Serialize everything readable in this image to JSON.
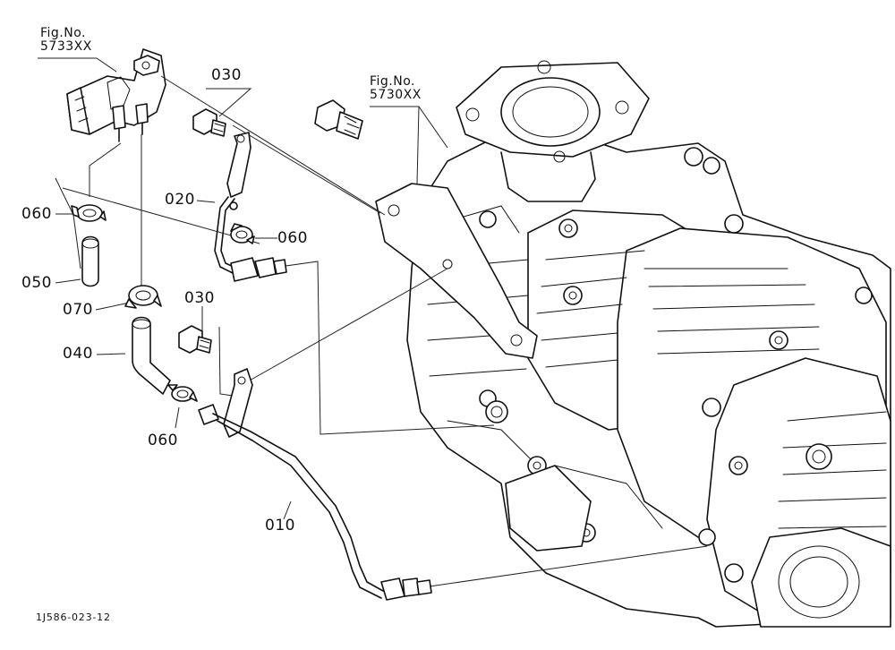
{
  "figure_refs": {
    "upper_left": {
      "line1": "Fig.No.",
      "line2": "5733XX"
    },
    "upper_mid": {
      "line1": "Fig.No.",
      "line2": "5730XX"
    }
  },
  "parts": {
    "p010": "010",
    "p020": "020",
    "p030_top": "030",
    "p030_mid": "030",
    "p040": "040",
    "p050": "050",
    "p060_left": "060",
    "p060_right": "060",
    "p060_bottom": "060",
    "p070": "070"
  },
  "drawing_code": "1J586-023-12"
}
